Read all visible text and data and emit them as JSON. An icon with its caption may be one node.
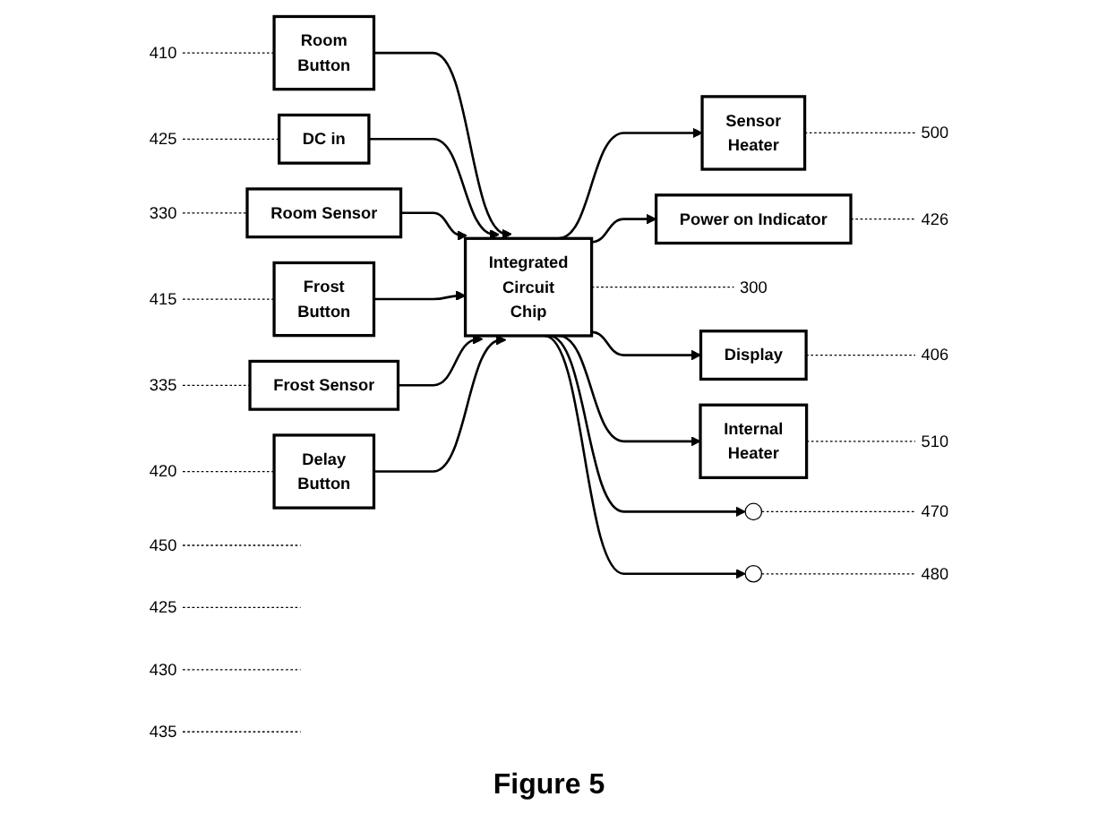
{
  "diagram": {
    "caption": "Figure 5",
    "nodes": [
      {
        "text": [
          "500"
        ]
      },
      {
        "text": [
          "Sensor Heater"
        ]
      },
      {
        "text": [
          "426"
        ]
      },
      {
        "text": [
          "Power on Indicator"
        ]
      },
      {
        "text": [
          "300"
        ]
      },
      {
        "text": [
          "450"
        ]
      },
      {
        "text": [
          "425"
        ]
      },
      {
        "text": [
          "425"
        ]
      },
      {
        "text": [
          "410"
        ]
      },
      {
        "text": [
          "Room Button"
        ]
      },
      {
        "text": [
          "Integrated Circuit Chip"
        ]
      },
      {
        "text": [
          "DC in"
        ]
      },
      {
        "text": [
          "430"
        ]
      },
      {
        "text": [
          "330"
        ]
      },
      {
        "text": [
          "Room Sensor"
        ]
      },
      {
        "text": [
          "415"
        ]
      },
      {
        "text": [
          "Frost Button"
        ]
      },
      {
        "text": [
          "435"
        ]
      },
      {
        "text": [
          "335"
        ]
      },
      {
        "text": [
          "Frost Sensor"
        ]
      },
      {
        "text": [
          "420"
        ]
      },
      {
        "text": [
          "Delay Button"
        ]
      },
      {
        "text": [
          "406"
        ]
      },
      {
        "text": [
          "Display"
        ]
      },
      {
        "text": [
          "510"
        ]
      },
      {
        "text": [
          "Internal Heater"
        ]
      },
      {
        "text": [],
        "shape": "circle"
      },
      {
        "text": [],
        "shape": "circle"
      },
      {
        "text": [
          "470"
        ]
      },
      {
        "text": [
          "480"
        ]
      }
    ],
    "edges": [
      {
        "from": 10,
        "to": 1,
        "arrow": "to"
      },
      {
        "from": 10,
        "to": 3,
        "arrow": "to"
      },
      {
        "from": 9,
        "to": 10,
        "arrow": "to"
      },
      {
        "from": 11,
        "to": 10,
        "arrow": "to"
      },
      {
        "from": 14,
        "to": 10,
        "arrow": "to"
      },
      {
        "from": 16,
        "to": 10,
        "arrow": "to"
      },
      {
        "from": 19,
        "to": 10,
        "arrow": "to"
      },
      {
        "from": 21,
        "to": 10,
        "arrow": "to"
      },
      {
        "from": 10,
        "to": 23,
        "arrow": "to"
      },
      {
        "from": 10,
        "to": 25,
        "arrow": "to"
      },
      {
        "from": 10,
        "to": 26,
        "arrow": "to"
      },
      {
        "from": 10,
        "to": 27,
        "arrow": "to"
      },
      {
        "from": 1,
        "to": 0,
        "arrow": "none",
        "style": "dashed"
      },
      {
        "from": 3,
        "to": 2,
        "arrow": "none",
        "style": "dashed"
      },
      {
        "from": 10,
        "to": 4,
        "arrow": "none",
        "style": "dashed"
      },
      {
        "from": 5,
        "to": null,
        "arrow": "none",
        "style": "dashed"
      },
      {
        "from": 6,
        "to": null,
        "arrow": "none",
        "style": "dashed"
      },
      {
        "from": 7,
        "to": 11,
        "arrow": "none",
        "style": "dashed"
      },
      {
        "from": 8,
        "to": 9,
        "arrow": "none",
        "style": "dashed"
      },
      {
        "from": 12,
        "to": null,
        "arrow": "none",
        "style": "dashed"
      },
      {
        "from": 13,
        "to": 14,
        "arrow": "none",
        "style": "dashed"
      },
      {
        "from": 15,
        "to": 16,
        "arrow": "none",
        "style": "dashed"
      },
      {
        "from": 17,
        "to": null,
        "arrow": "none",
        "style": "dashed"
      },
      {
        "from": 18,
        "to": 19,
        "arrow": "none",
        "style": "dashed"
      },
      {
        "from": 20,
        "to": 21,
        "arrow": "none",
        "style": "dashed"
      },
      {
        "from": 23,
        "to": 22,
        "arrow": "none",
        "style": "dashed"
      },
      {
        "from": 25,
        "to": 24,
        "arrow": "none",
        "style": "dashed"
      },
      {
        "from": 26,
        "to": 28,
        "arrow": "none",
        "style": "dashed"
      },
      {
        "from": 27,
        "to": 29,
        "arrow": "none",
        "style": "dashed"
      }
    ]
  }
}
